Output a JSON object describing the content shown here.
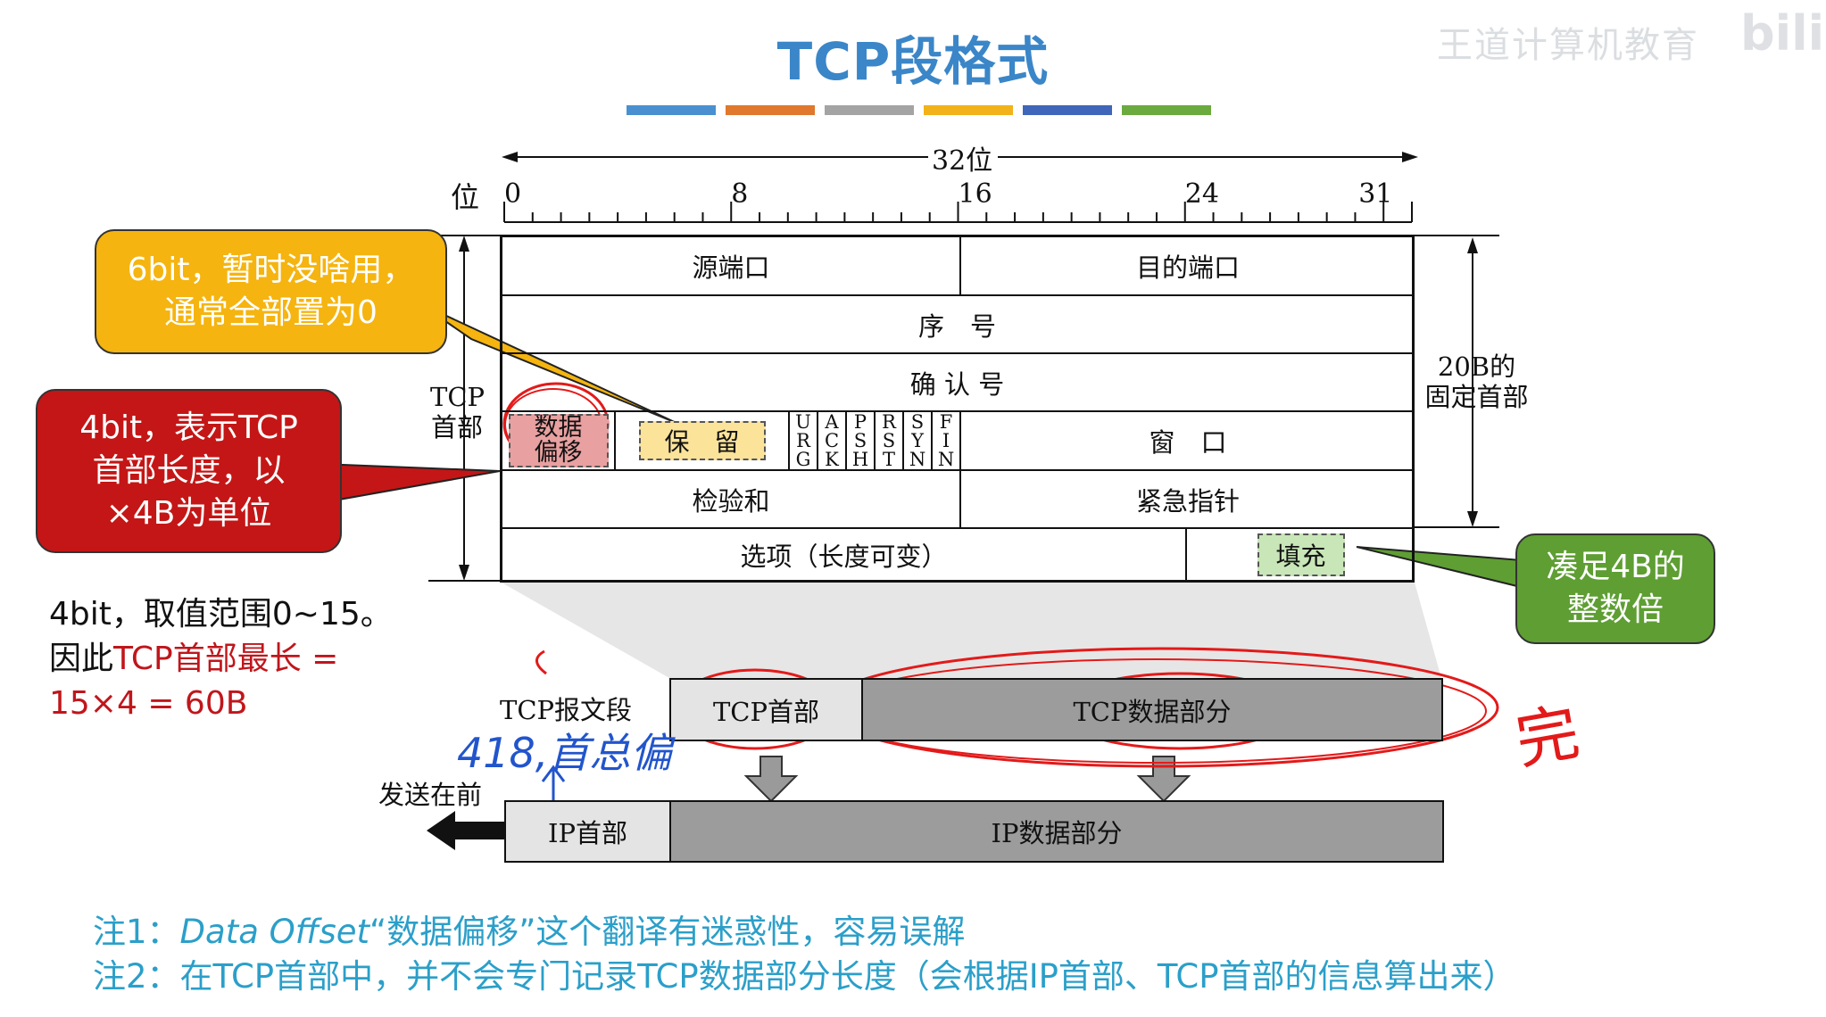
{
  "title": "TCP段格式",
  "watermark": "王道计算机教育",
  "watermark_logo": "bili",
  "color_bars": [
    "#4a90d0",
    "#e0782e",
    "#a4a4a4",
    "#f2b21a",
    "#3f66b9",
    "#6aaa3e"
  ],
  "ruler": {
    "total_label": "32位",
    "bit_label": "位",
    "ticks": [
      "0",
      "8",
      "16",
      "24",
      "31"
    ]
  },
  "side_labels": {
    "tcp_header": [
      "TCP",
      "首部"
    ],
    "fixed_header": [
      "20B的",
      "固定首部"
    ]
  },
  "fields": {
    "src_port": "源端口",
    "dst_port": "目的端口",
    "seq": "序　号",
    "ack": "确 认 号",
    "data_offset": [
      "数据",
      "偏移"
    ],
    "reserved": "保　留",
    "flags": [
      [
        "U",
        "R",
        "G"
      ],
      [
        "A",
        "C",
        "K"
      ],
      [
        "P",
        "S",
        "H"
      ],
      [
        "R",
        "S",
        "T"
      ],
      [
        "S",
        "Y",
        "N"
      ],
      [
        "F",
        "I",
        "N"
      ]
    ],
    "window": "窗　口",
    "checksum": "检验和",
    "urgent": "紧急指针",
    "options": "选项（长度可变）",
    "padding": "填充"
  },
  "callouts": {
    "reserved": [
      "6bit，暂时没啥用，",
      "通常全部置为0"
    ],
    "data_offset": [
      "4bit，表示TCP",
      "首部长度，以",
      "×4B为单位"
    ],
    "padding": [
      "凑足4B的",
      "整数倍"
    ]
  },
  "left_note": {
    "line1": "4bit，取值范围0~15。",
    "line2_black": "因此",
    "line2_red": "TCP首部最长 =",
    "line3_red": "15×4 = 60B"
  },
  "segment": {
    "label": "TCP报文段",
    "header": "TCP首部",
    "data": "TCP数据部分"
  },
  "ip": {
    "send_label": "发送在前",
    "header": "IP首部",
    "data": "IP数据部分"
  },
  "handwriting": {
    "blue": "418,首总偏",
    "red": "完"
  },
  "notes": {
    "note1_prefix": "注1：",
    "note1_italic": "Data Offset",
    "note1_rest": "“数据偏移”这个翻译有迷惑性，容易误解",
    "note2": "注2：在TCP首部中，并不会专门记录TCP数据部分长度（会根据IP首部、TCP首部的信息算出来）"
  }
}
